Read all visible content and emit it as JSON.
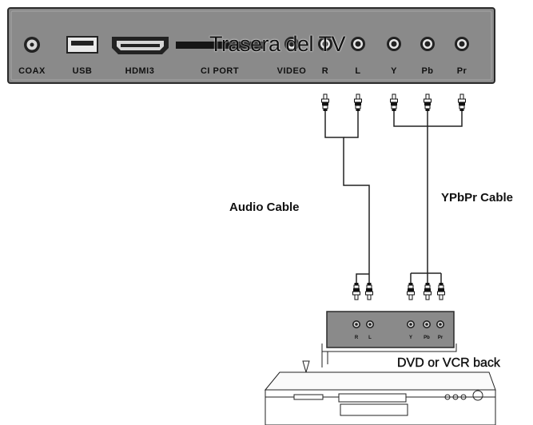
{
  "overlay_title": "Trasera del TV",
  "tv_panel": {
    "ports": [
      {
        "label": "COAX",
        "icon": "coax-jack-icon"
      },
      {
        "label": "USB",
        "icon": "usb-port-icon"
      },
      {
        "label": "HDMI3",
        "icon": "hdmi-port-icon"
      },
      {
        "label": "CI PORT",
        "icon": "ci-slot-icon"
      },
      {
        "label": "VIDEO",
        "icon": "rca-jack-icon"
      },
      {
        "label": "R",
        "icon": "rca-jack-icon"
      },
      {
        "label": "L",
        "icon": "rca-jack-icon"
      },
      {
        "label": "Y",
        "icon": "rca-jack-icon"
      },
      {
        "label": "Pb",
        "icon": "rca-jack-icon"
      },
      {
        "label": "Pr",
        "icon": "rca-jack-icon"
      }
    ]
  },
  "cables": {
    "audio": "Audio Cable",
    "component": "YPbPr Cable"
  },
  "device_panel": {
    "audio_labels": [
      "R",
      "L"
    ],
    "video_labels": [
      "Y",
      "Pb",
      "Pr"
    ]
  },
  "device_caption": "DVD or VCR back",
  "colors": {
    "panel_fill": "#878787",
    "panel_border": "#2a2a2a",
    "line": "#222222"
  }
}
